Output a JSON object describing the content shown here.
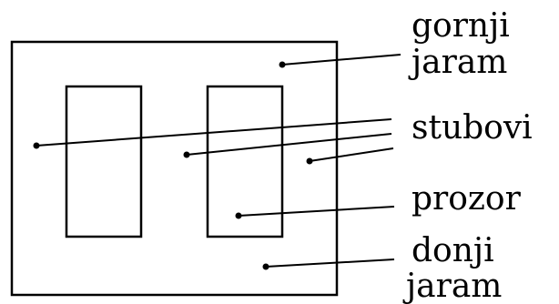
{
  "labels": {
    "upper_yoke": [
      "gornji",
      "jaram"
    ],
    "legs": "stubovi",
    "window": "prozor",
    "lower_yoke": [
      "donji",
      "jaram"
    ]
  },
  "colors": {
    "stroke": "#000000",
    "background": "#ffffff"
  }
}
